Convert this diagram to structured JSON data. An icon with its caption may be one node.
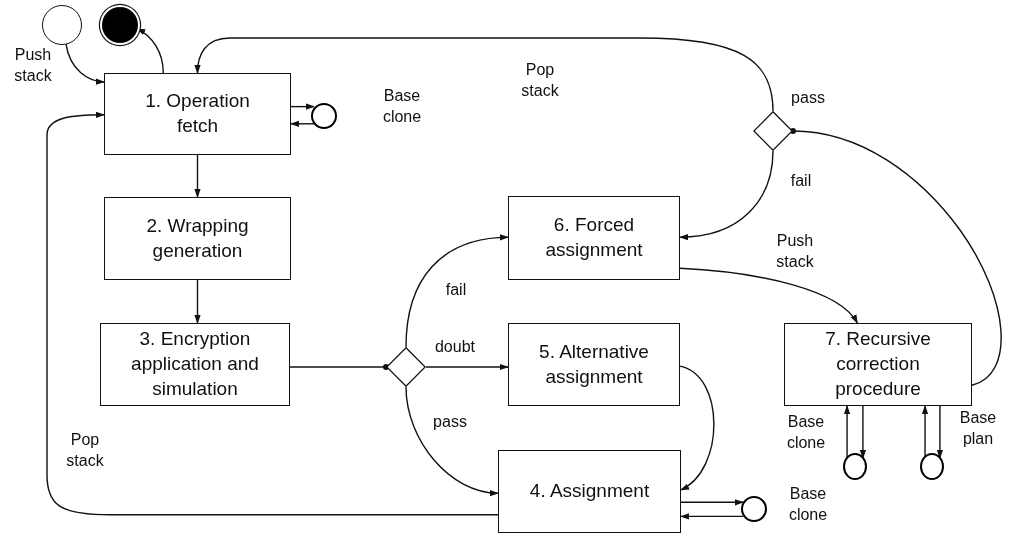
{
  "diagram": {
    "nodes": [
      {
        "text": [],
        "shape": "circle"
      },
      {
        "text": [],
        "shape": "circle"
      },
      {
        "text": [
          "1. Operation fetch"
        ]
      },
      {
        "text": [],
        "shape": "circle",
        "beside": [
          "Base clone"
        ]
      },
      {
        "text": [
          "2. Wrapping generation"
        ]
      },
      {
        "text": [
          "3. Encryption application and simulation"
        ]
      },
      {
        "text": [],
        "shape": "diamond"
      },
      {
        "text": [
          "6. Forced assignment"
        ]
      },
      {
        "text": [
          "5. Alternative assignment"
        ]
      },
      {
        "text": [
          "4. Assignment"
        ]
      },
      {
        "text": [],
        "shape": "circle",
        "beside": [
          "Base clone"
        ]
      },
      {
        "text": [],
        "shape": "diamond"
      },
      {
        "text": [
          "7. Recursive correction procedure"
        ]
      },
      {
        "text": [],
        "shape": "circle"
      },
      {
        "text": [],
        "shape": "circle"
      }
    ],
    "edges": [
      {
        "from": 0,
        "to": 2,
        "arrow": "to",
        "label": "Push stack"
      },
      {
        "from": 2,
        "to": 1,
        "arrow": "to"
      },
      {
        "from": 2,
        "to": 3,
        "arrow": "to"
      },
      {
        "from": 3,
        "to": 2,
        "arrow": "to"
      },
      {
        "from": 2,
        "to": 4,
        "arrow": "to"
      },
      {
        "from": 4,
        "to": 5,
        "arrow": "to"
      },
      {
        "from": 5,
        "to": 6,
        "arrow": "other"
      },
      {
        "from": 6,
        "to": 7,
        "arrow": "to",
        "label": "fail"
      },
      {
        "from": 6,
        "to": 8,
        "arrow": "to",
        "label": "doubt"
      },
      {
        "from": 6,
        "to": 9,
        "arrow": "to",
        "label": "pass"
      },
      {
        "from": 8,
        "to": 9,
        "arrow": "to"
      },
      {
        "from": 9,
        "to": 2,
        "arrow": "to",
        "label": "Pop stack"
      },
      {
        "from": 9,
        "to": 10,
        "arrow": "to"
      },
      {
        "from": 10,
        "to": 9,
        "arrow": "to"
      },
      {
        "from": 7,
        "to": 12,
        "arrow": "to",
        "label": "Push stack"
      },
      {
        "from": 12,
        "to": 11,
        "arrow": "other"
      },
      {
        "from": 11,
        "to": 2,
        "arrow": "to",
        "label": "pass"
      },
      {
        "from": 11,
        "to": 7,
        "arrow": "to",
        "label": "fail"
      },
      {
        "from": 13,
        "to": 12,
        "arrow": "to"
      },
      {
        "from": 12,
        "to": 13,
        "arrow": "to"
      },
      {
        "from": 14,
        "to": 12,
        "arrow": "to"
      },
      {
        "from": 12,
        "to": 14,
        "arrow": "to"
      }
    ],
    "labels": [
      "Pop stack",
      "Base clone",
      "Base plan"
    ]
  }
}
